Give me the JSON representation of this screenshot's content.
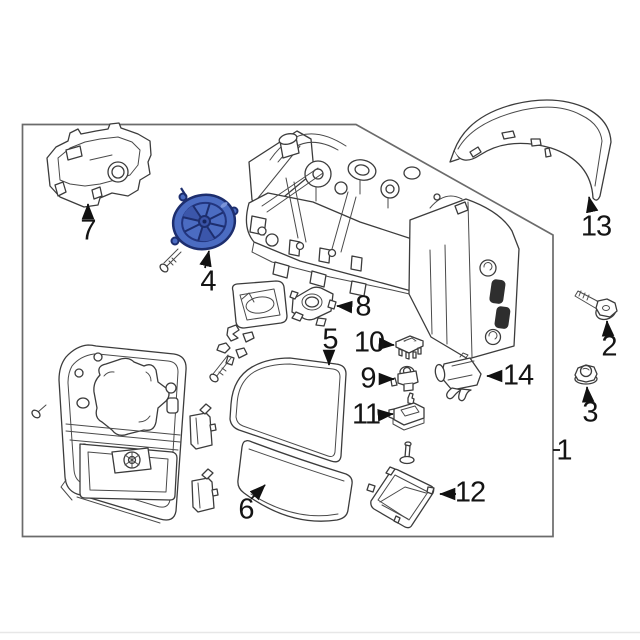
{
  "diagram": {
    "subject": "side mirror assembly exploded parts diagram",
    "background_color": "#ffffff",
    "line_color": "#3c3c3c",
    "box_border_color": "#6b6b6b",
    "arrow_color": "#111111",
    "highlighted_part": {
      "callout": "4",
      "fill_color": "#4b6cc2",
      "stroke_color": "#1d2e6e"
    },
    "callouts": [
      {
        "text": "1"
      },
      {
        "text": "2"
      },
      {
        "text": "3"
      },
      {
        "text": "4"
      },
      {
        "text": "5"
      },
      {
        "text": "6"
      },
      {
        "text": "7"
      },
      {
        "text": "8"
      },
      {
        "text": "9"
      },
      {
        "text": "10"
      },
      {
        "text": "11"
      },
      {
        "text": "12"
      },
      {
        "text": "13"
      },
      {
        "text": "14"
      }
    ]
  }
}
